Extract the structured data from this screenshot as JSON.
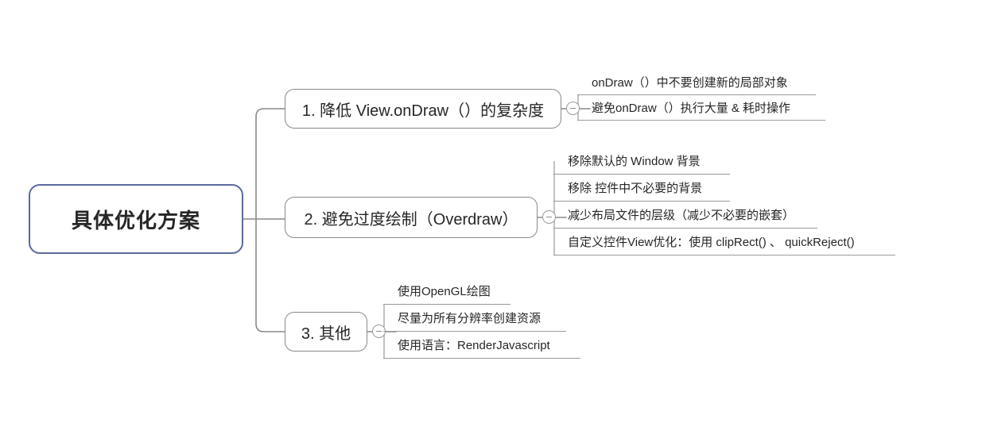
{
  "diagram": {
    "type": "mindmap",
    "root": {
      "label": "具体优化方案"
    },
    "branches": [
      {
        "id": "branch-1",
        "label": "1. 降低 View.onDraw（）的复杂度",
        "toggle_state": "expanded",
        "toggle_glyph": "minus",
        "leaves": [
          {
            "label": "onDraw（）中不要创建新的局部对象"
          },
          {
            "label": "避免onDraw（）执行大量 & 耗时操作"
          }
        ]
      },
      {
        "id": "branch-2",
        "label": "2. 避免过度绘制（Overdraw）",
        "toggle_state": "expanded",
        "toggle_glyph": "minus",
        "leaves": [
          {
            "label": "移除默认的 Window 背景"
          },
          {
            "label": "移除 控件中不必要的背景"
          },
          {
            "label": "减少布局文件的层级（减少不必要的嵌套）"
          },
          {
            "label": "自定义控件View优化：使用 clipRect() 、 quickReject()"
          }
        ]
      },
      {
        "id": "branch-3",
        "label": "3. 其他",
        "toggle_state": "expanded",
        "toggle_glyph": "minus",
        "leaves": [
          {
            "label": "使用OpenGL绘图"
          },
          {
            "label": "尽量为所有分辨率创建资源"
          },
          {
            "label": "使用语言：RenderJavascript"
          }
        ]
      }
    ],
    "colors": {
      "background": "#ffffff",
      "root_border": "#5b6a9e",
      "branch_border": "#8a8a8a",
      "connector": "#8a8a8a",
      "leaf_rule": "#9a9a9a",
      "text": "#262626"
    }
  }
}
